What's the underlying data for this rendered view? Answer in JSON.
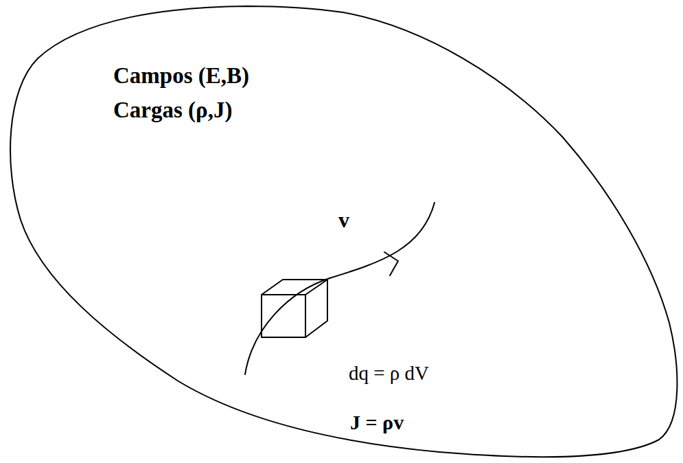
{
  "diagram": {
    "nodes": [
      {
        "text": [
          "Campos (E,B)",
          "Cargas (ρ,J)"
        ]
      }
    ],
    "labels": [
      "v",
      "dq = ρ dV",
      "J = ρv"
    ]
  }
}
